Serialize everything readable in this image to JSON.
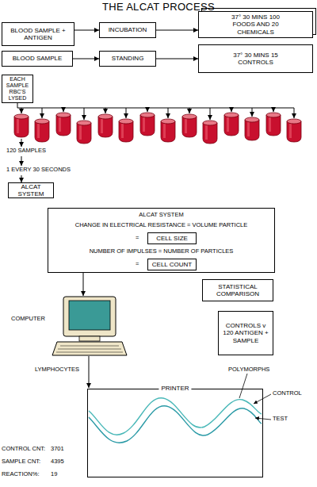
{
  "diagram": {
    "title": "THE ALCAT PROCESS",
    "nodes": [
      {
        "text": [
          "BLOOD SAMPLE + ANTIGEN"
        ]
      },
      {
        "text": [
          "INCUBATION"
        ]
      },
      {
        "text": [
          "37° 30 MINS 100 FOODS AND 20 CHEMICALS"
        ]
      },
      {
        "text": [
          "BLOOD SAMPLE"
        ]
      },
      {
        "text": [
          "STANDING"
        ]
      },
      {
        "text": [
          "37° 30 MINS 15 CONTROLS"
        ]
      },
      {
        "text": [
          "EACH SAMPLE RBC'S LYSED"
        ]
      },
      {
        "text": [
          "ALCAT SYSTEM"
        ]
      },
      {
        "text": [
          "ALCAT SYSTEM",
          "CHANGE IN ELECTRICAL RESISTANCE = VOLUME PARTICLE",
          "=",
          "NUMBER OF IMPULSES = NUMBER OF PARTICLES",
          "="
        ]
      },
      {
        "text": [
          "CELL SIZE"
        ],
        "in": 8
      },
      {
        "text": [
          "CELL COUNT"
        ],
        "in": 8
      },
      {
        "text": [
          "STATISTICAL COMPARISON"
        ]
      },
      {
        "text": [
          "CONTROLS v 120 ANTIGEN + SAMPLE"
        ]
      },
      {
        "text": [
          "PRINTER"
        ]
      }
    ],
    "edges": [
      {
        "from": 0,
        "to": 1,
        "arrow": "to"
      },
      {
        "from": 1,
        "to": 2,
        "arrow": "to"
      },
      {
        "from": 3,
        "to": 4,
        "arrow": "to"
      },
      {
        "from": 4,
        "to": 5,
        "arrow": "to"
      }
    ],
    "labels": [
      "120 SAMPLES",
      "1 EVERY 30 SECONDS",
      "COMPUTER",
      "LYMPHOCYTES",
      "POLYMORPHS",
      "CONTROL",
      "TEST",
      "CONTROL CNT:",
      "3701",
      "SAMPLE CNT:",
      "4395",
      "REACTION%:",
      "19"
    ]
  }
}
